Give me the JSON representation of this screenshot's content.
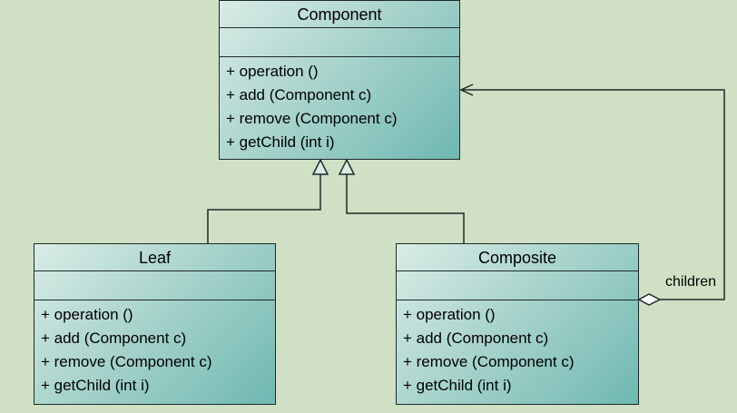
{
  "classes": {
    "component": {
      "name": "Component",
      "operations": [
        "+ operation ()",
        "+ add (Component c)",
        "+ remove (Component c)",
        "+ getChild (int i)"
      ]
    },
    "leaf": {
      "name": "Leaf",
      "operations": [
        "+ operation ()",
        "+ add (Component c)",
        "+ remove (Component c)",
        "+ getChild (int i)"
      ]
    },
    "composite": {
      "name": "Composite",
      "operations": [
        "+ operation ()",
        "+ add (Component c)",
        "+ remove (Component c)",
        "+ getChild (int i)"
      ]
    }
  },
  "relations": {
    "children_label": "children"
  },
  "colors": {
    "background": "#cfe0c4",
    "line": "#1f2a2a",
    "class_fill_light": "#d9ece6",
    "class_fill_dark": "#6fb8b2"
  }
}
